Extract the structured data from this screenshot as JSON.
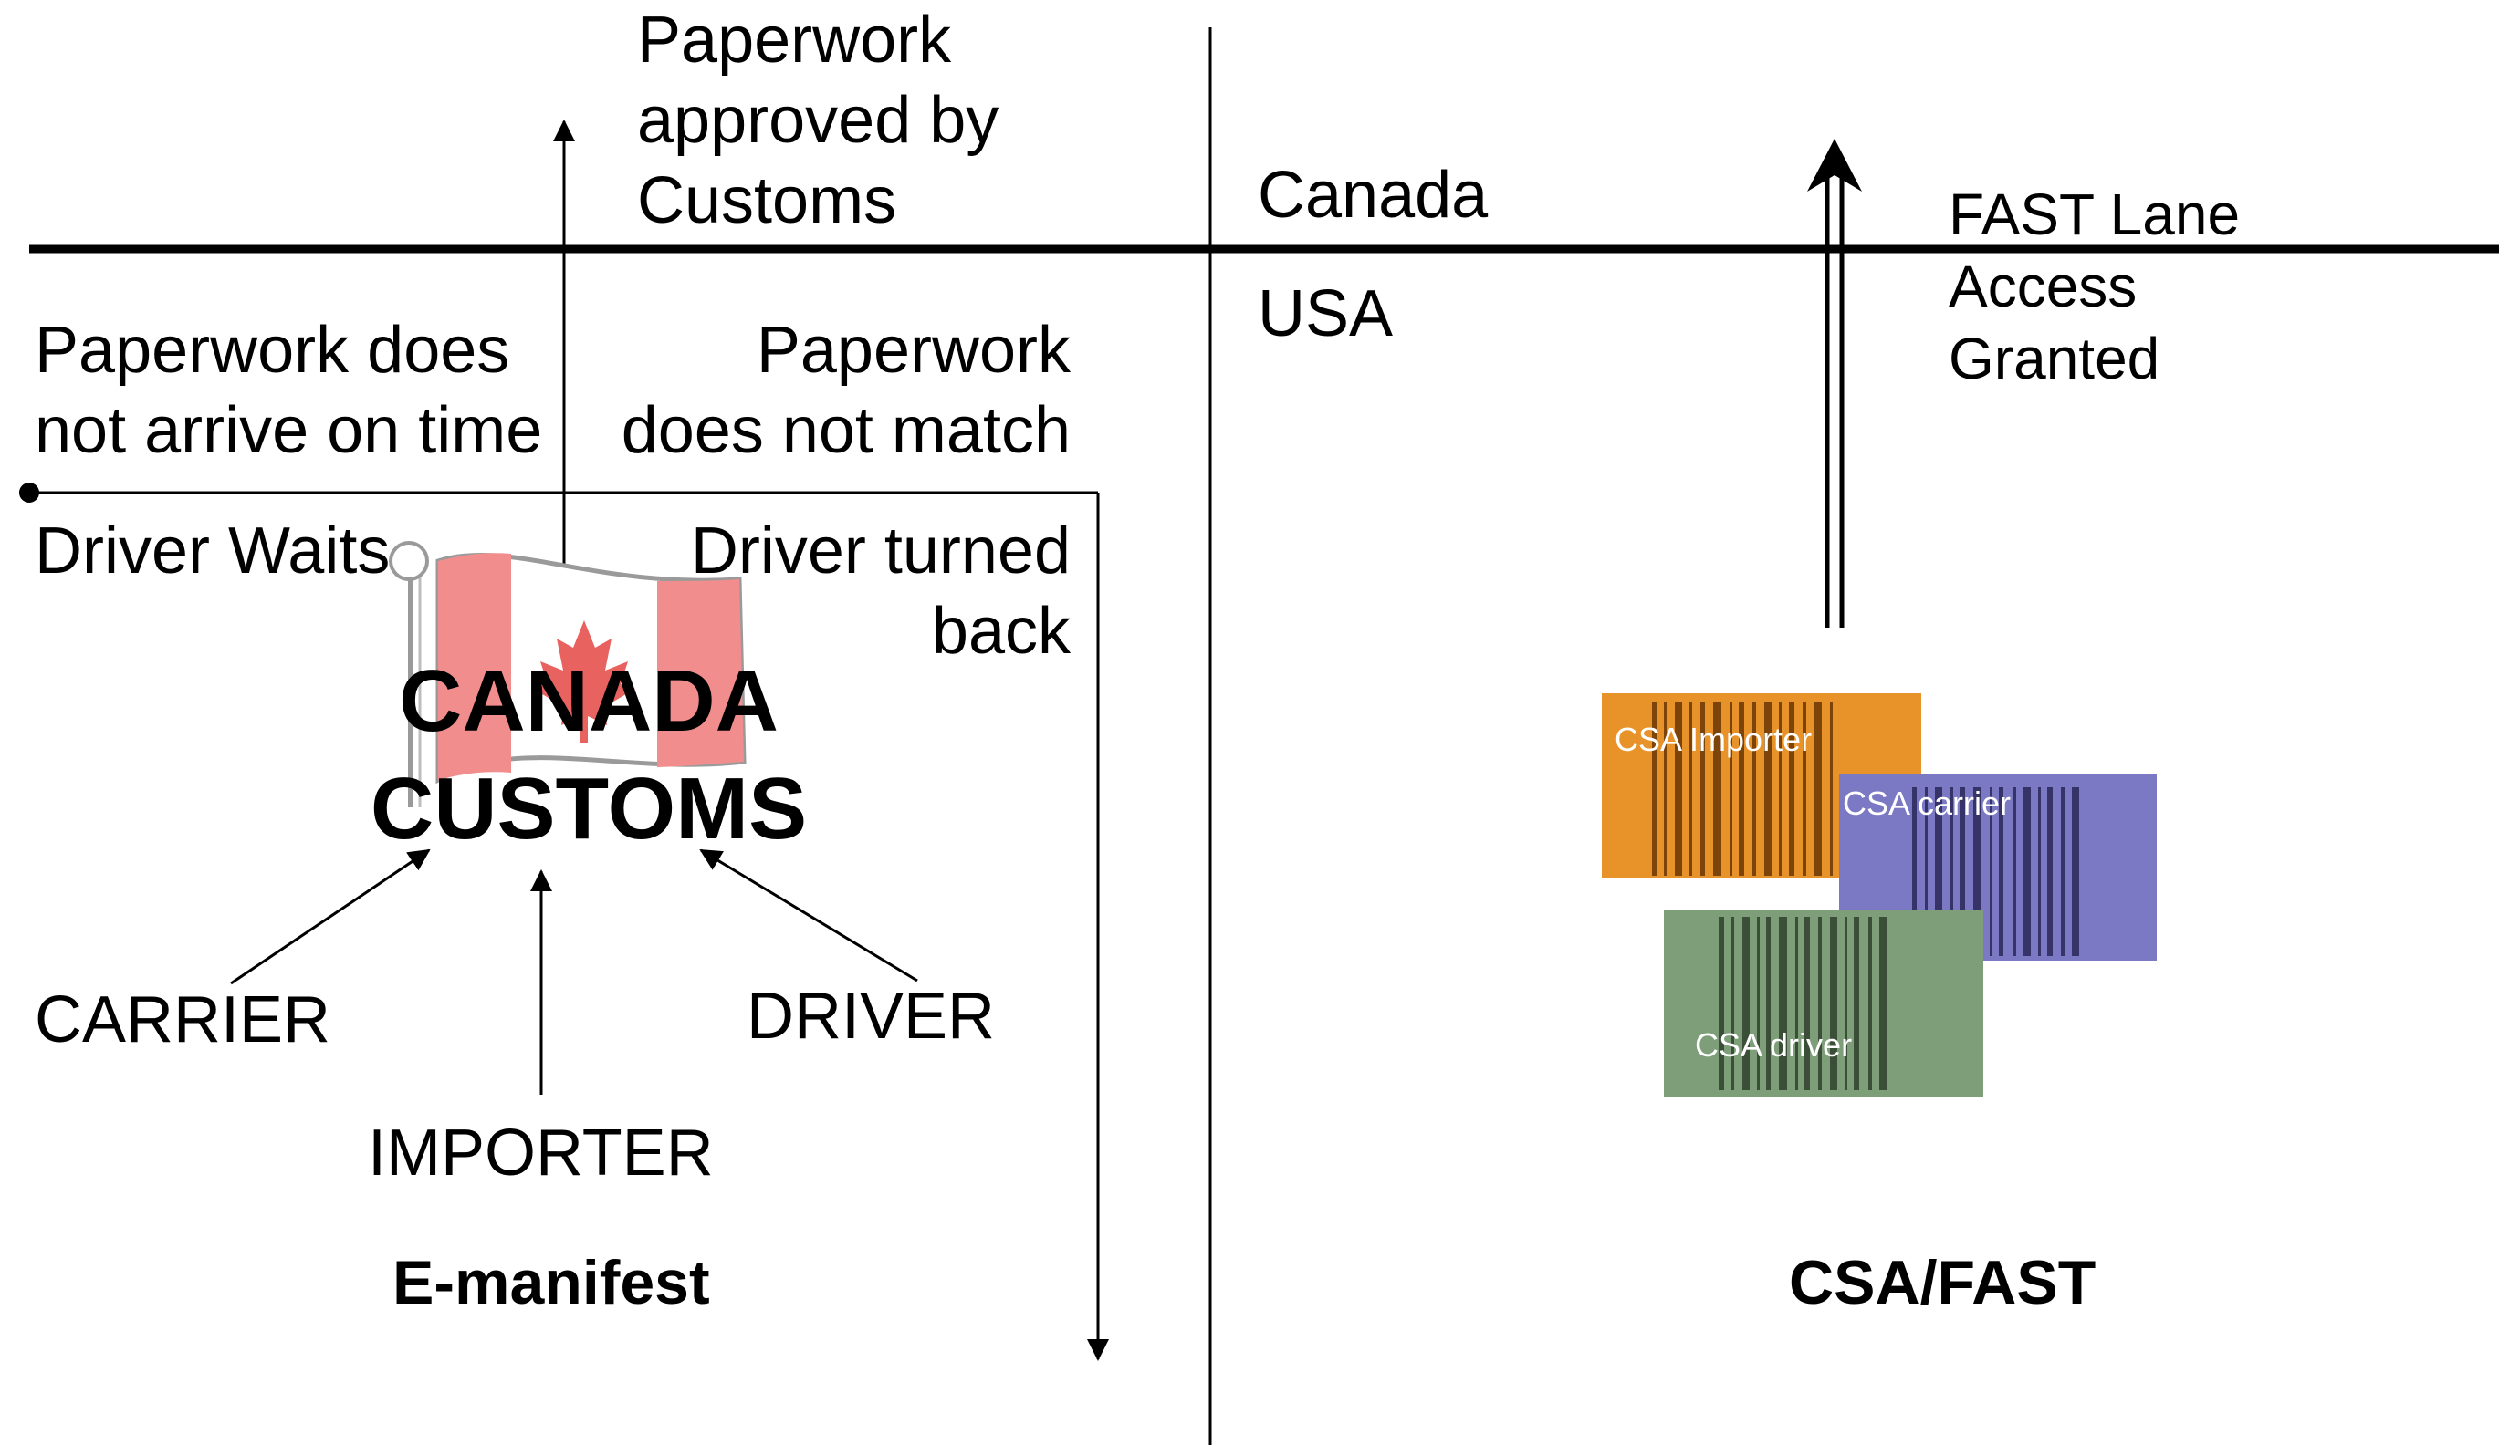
{
  "top_left": {
    "paperwork_approved": [
      "Paperwork",
      "approved by",
      "Customs"
    ]
  },
  "left_panel": {
    "late_paperwork": [
      "Paperwork does",
      "not arrive on time"
    ],
    "mismatch_paperwork": [
      "Paperwork",
      "does not match"
    ],
    "driver_waits": "Driver Waits",
    "driver_turned_back": [
      "Driver turned",
      "back"
    ],
    "customs_label": [
      "CANADA",
      "CUSTOMS"
    ],
    "carrier": "CARRIER",
    "importer": "IMPORTER",
    "driver": "DRIVER",
    "footer": "E-manifest"
  },
  "right_panel": {
    "canada": "Canada",
    "usa": "USA",
    "fast_lane": [
      "FAST Lane",
      "Access",
      "Granted"
    ],
    "cards": [
      {
        "label": "CSA Importer",
        "color": "#e8932a"
      },
      {
        "label": "CSA carrier",
        "color": "#7b78c4"
      },
      {
        "label": "CSA driver",
        "color": "#7e9e7a"
      }
    ],
    "footer": "CSA/FAST"
  },
  "flag_colors": {
    "red": "#f28d8d",
    "white": "#ffffff",
    "outline": "#9a9a9a"
  }
}
